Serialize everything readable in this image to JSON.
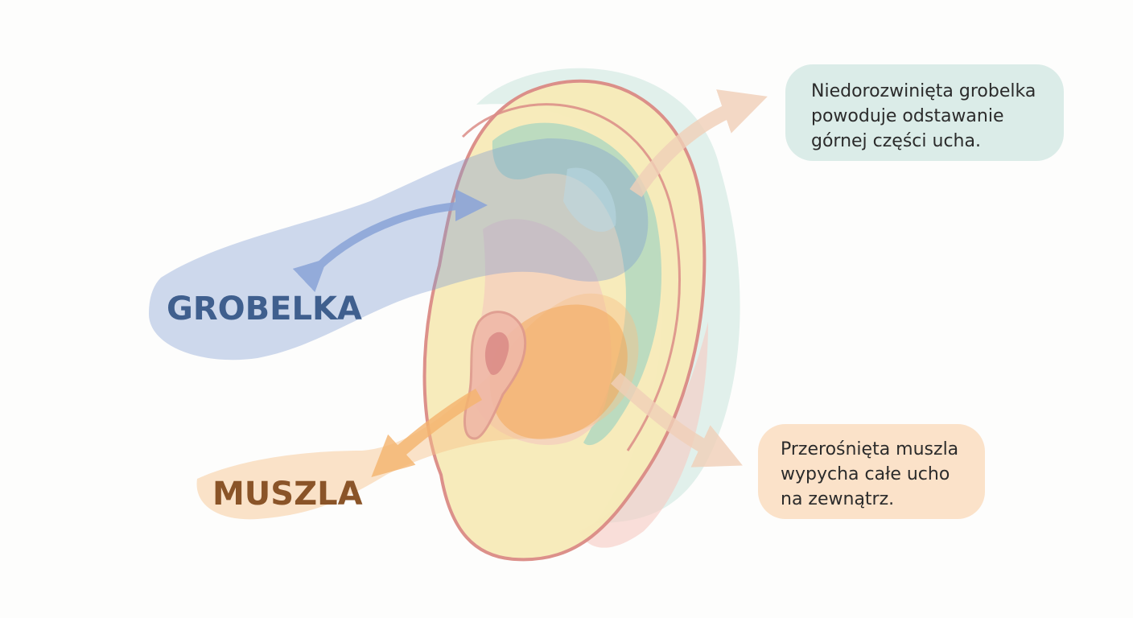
{
  "labels": {
    "grobelka": "GROBELKA",
    "muszla": "MUSZLA"
  },
  "callouts": {
    "grobelka": {
      "lines": [
        "Niedorozwinięta grobelka",
        "powoduje odstawanie",
        "górnej części ucha."
      ]
    },
    "muszla": {
      "lines": [
        "Przerośnięta muszla",
        "wypycha całe ucho",
        "na zewnątrz."
      ]
    }
  },
  "colors": {
    "grobelka_region": "#7d9bd1",
    "grobelka_text": "#3f5f8e",
    "muszla_region": "#f2b36c",
    "muszla_text": "#8a5428",
    "ear_skin": "#f7e8b2",
    "ear_outline": "#d98a86",
    "helix_band": "#cfe4da",
    "scapha": "#9fcfba",
    "callout_top_bg": "#dbece8",
    "callout_bottom_bg": "#fbe2c9",
    "arrow_peach": "#f4d6c0"
  }
}
